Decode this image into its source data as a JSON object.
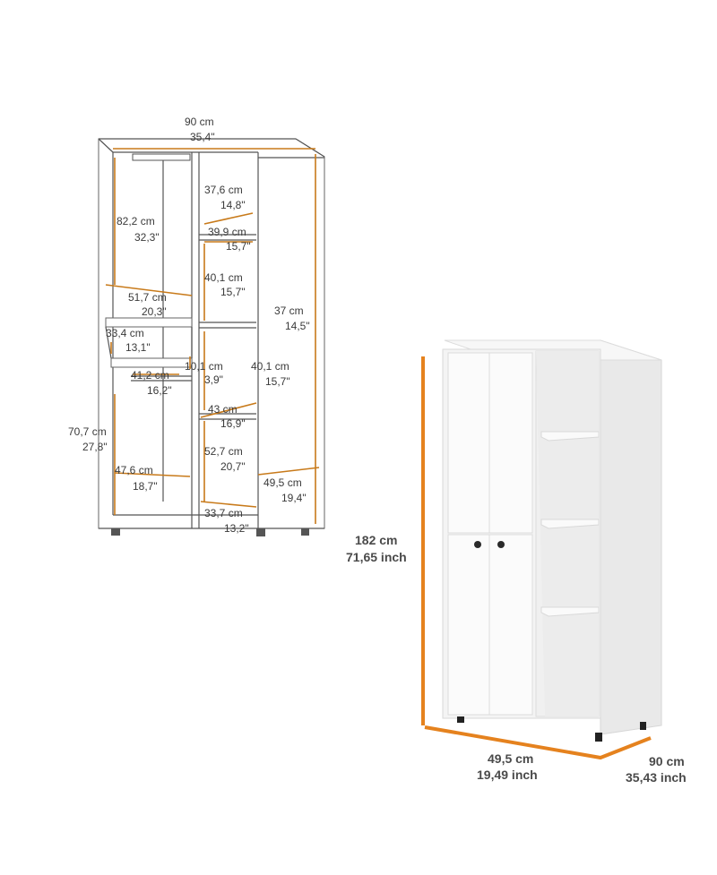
{
  "drawing": {
    "overall_width": [
      "90 cm",
      "35,4\""
    ],
    "hang_height": [
      "82,2 cm",
      "32,3\""
    ],
    "hang_width": [
      "51,7 cm",
      "20,3\""
    ],
    "drawer_width": [
      "33,4 cm",
      "13,1\""
    ],
    "drawer_depth": [
      "41,2 cm",
      "16,2\""
    ],
    "drawer_height": [
      "10,1 cm",
      "3,9\""
    ],
    "lower_height": [
      "70,7 cm",
      "27,8\""
    ],
    "lower_width": [
      "47,6 cm",
      "18,7\""
    ],
    "shelf_top_depth": [
      "37,6 cm",
      "14,8\""
    ],
    "shelf_1_width": [
      "39,9 cm",
      "15,7\""
    ],
    "shelf_gap_1": [
      "40,1 cm",
      "15,7\""
    ],
    "shelf_gap_2": [
      "40,1 cm",
      "15,7\""
    ],
    "shelf_2_width": [
      "43 cm",
      "16,9\""
    ],
    "shelf_gap_3": [
      "52,7 cm",
      "20,7\""
    ],
    "shelf_bottom_width": [
      "33,7 cm",
      "13,2\""
    ],
    "side_height": [
      "37 cm",
      "14,5\""
    ],
    "depth": [
      "49,5 cm",
      "19,4\""
    ]
  },
  "overall": {
    "height": [
      "182 cm",
      "71,65 inch"
    ],
    "depth": [
      "49,5 cm",
      "19,49 inch"
    ],
    "width": [
      "90 cm",
      "35,43 inch"
    ]
  },
  "colors": {
    "accent": "#e5821e",
    "line": "#555555"
  }
}
